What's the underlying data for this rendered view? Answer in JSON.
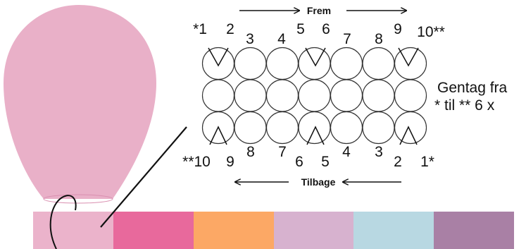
{
  "labels": {
    "forward": "Frem",
    "back": "Tilbage",
    "repeat_line1": "Gentag fra",
    "repeat_line2": "* til ** 6 x"
  },
  "top_numbers": [
    "*1",
    "2",
    "3",
    "4",
    "5",
    "6",
    "7",
    "8",
    "9",
    "10**"
  ],
  "bottom_numbers": [
    "**10",
    "9",
    "8",
    "7",
    "6",
    "5",
    "4",
    "3",
    "2",
    "1*"
  ],
  "grid": {
    "rows": 3,
    "cols": 7
  },
  "colors": {
    "balloon": "#e9b0c8",
    "stripe_1": "#ebb3cb",
    "stripe_2": "#e8699c",
    "stripe_3": "#fca865",
    "stripe_4": "#d7b2cf",
    "stripe_5": "#b8d8e2",
    "stripe_6": "#a980a5"
  }
}
